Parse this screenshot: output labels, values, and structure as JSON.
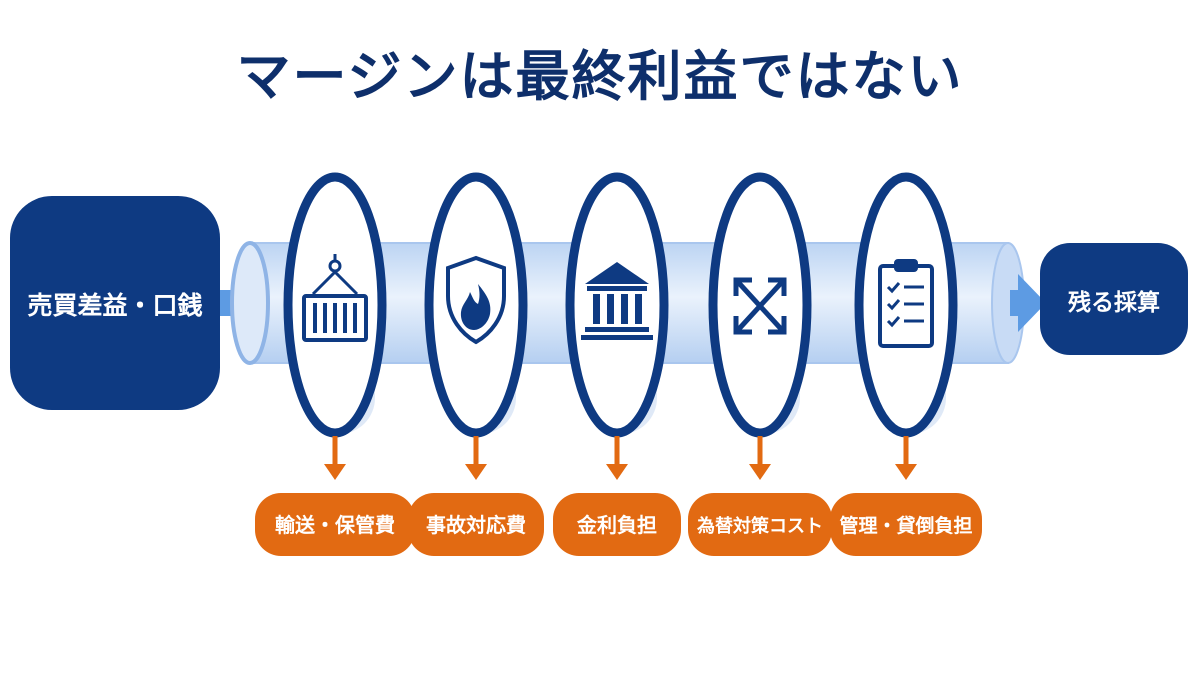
{
  "title": "マージンは最終利益ではない",
  "start": {
    "label": "売買差益・口銭"
  },
  "end": {
    "label": "残る採算"
  },
  "stages": [
    {
      "icon": "shipping-container-icon",
      "label": "輸送・保管費"
    },
    {
      "icon": "fire-shield-icon",
      "label": "事故対応費"
    },
    {
      "icon": "bank-building-icon",
      "label": "金利負担"
    },
    {
      "icon": "cross-arrows-icon",
      "label": "為替対策コスト"
    },
    {
      "icon": "clipboard-checklist-icon",
      "label": "管理・貸倒負担"
    }
  ],
  "colors": {
    "navy": "#0e3a82",
    "title": "#0e2f6b",
    "pipe": "#cfe0f7",
    "pipe_edge": "#a9c6ee",
    "arrow_blue": "#5d9be3",
    "orange": "#e26a12"
  }
}
